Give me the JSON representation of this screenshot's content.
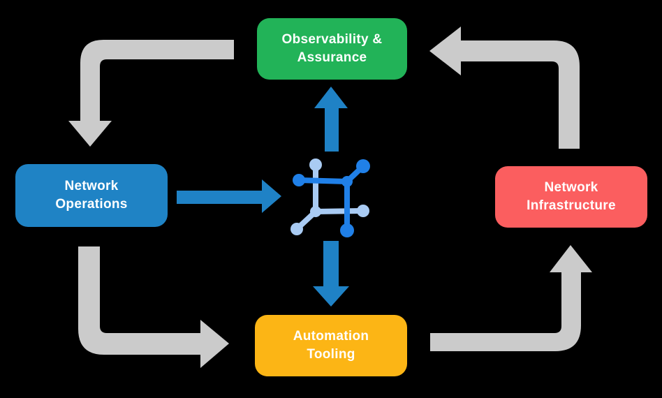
{
  "diagram": {
    "type": "cycle-flow",
    "background_color": "#000000",
    "nodes": [
      {
        "id": "observability-assurance",
        "line1": "Observability &",
        "line2": "Assurance",
        "color": "#22B358",
        "text_color": "#FFFFFF"
      },
      {
        "id": "network-operations",
        "line1": "Network",
        "line2": "Operations",
        "color": "#1F83C5",
        "text_color": "#FFFFFF"
      },
      {
        "id": "network-infrastructure",
        "line1": "Network",
        "line2": "Infrastructure",
        "color": "#FB5E5F",
        "text_color": "#FFFFFF"
      },
      {
        "id": "automation-tooling",
        "line1": "Automation",
        "line2": "Tooling",
        "color": "#FCB515",
        "text_color": "#FFFFFF"
      }
    ],
    "center_icon": {
      "name": "network-automation-icon",
      "dark_blue": "#2080E8",
      "light_blue": "#A9CBF3"
    },
    "flow_arrows": {
      "color": "#CBCBCB",
      "connections": [
        {
          "from": "observability-assurance",
          "to": "network-operations"
        },
        {
          "from": "network-operations",
          "to": "automation-tooling"
        },
        {
          "from": "automation-tooling",
          "to": "network-infrastructure"
        },
        {
          "from": "network-infrastructure",
          "to": "observability-assurance"
        }
      ]
    },
    "center_arrows": {
      "color": "#1F82C6",
      "connections": [
        {
          "from": "network-operations",
          "to": "center-icon"
        },
        {
          "from": "center-icon",
          "to": "observability-assurance"
        },
        {
          "from": "center-icon",
          "to": "automation-tooling"
        }
      ]
    }
  }
}
